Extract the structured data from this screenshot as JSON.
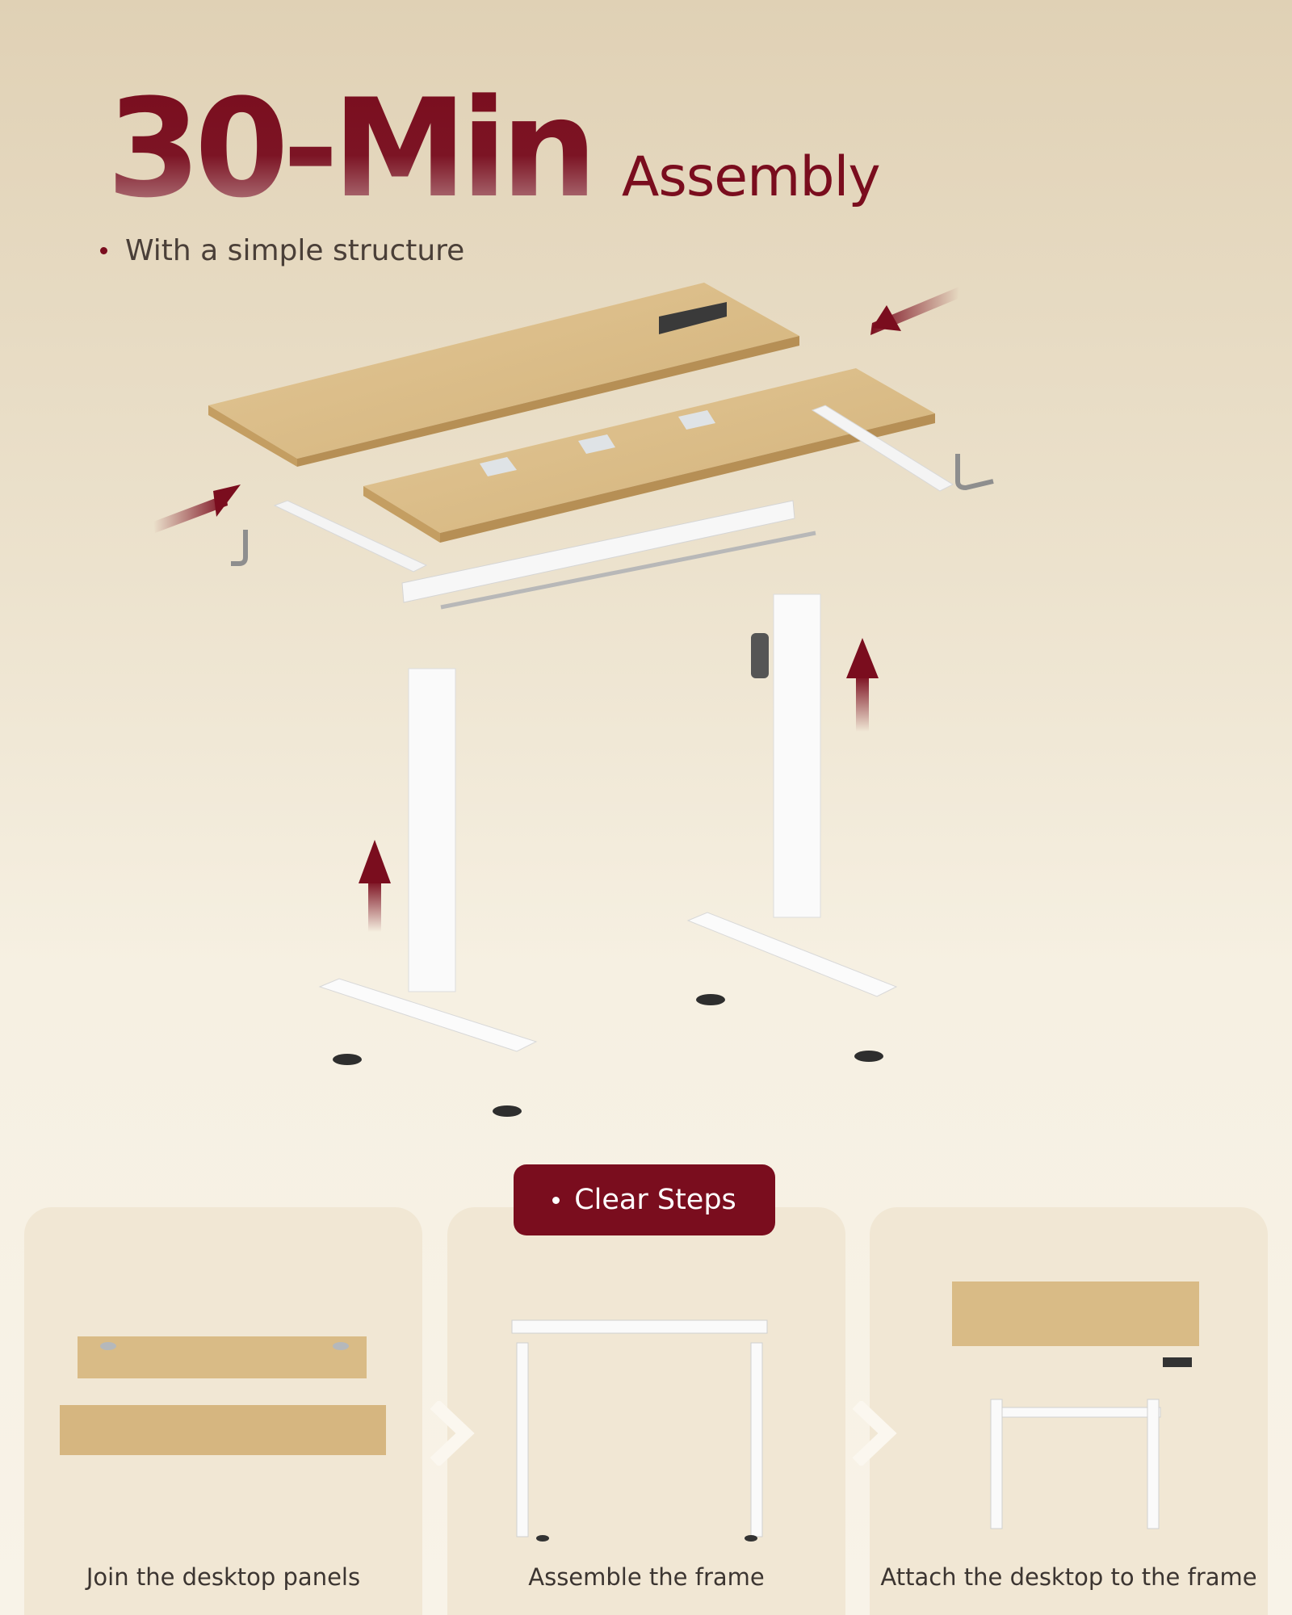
{
  "headline": {
    "big": "30-Min",
    "suffix": "Assembly",
    "bullet": "With a simple structure"
  },
  "steps_badge": "Clear Steps",
  "steps": [
    {
      "label": "Join the desktop panels"
    },
    {
      "label": "Assemble the frame"
    },
    {
      "label": "Attach the desktop to the frame"
    }
  ],
  "colors": {
    "accent": "#7a0d1e",
    "wood": "#d9bb86",
    "frame": "#ffffff",
    "card": "#f1e7d4"
  }
}
